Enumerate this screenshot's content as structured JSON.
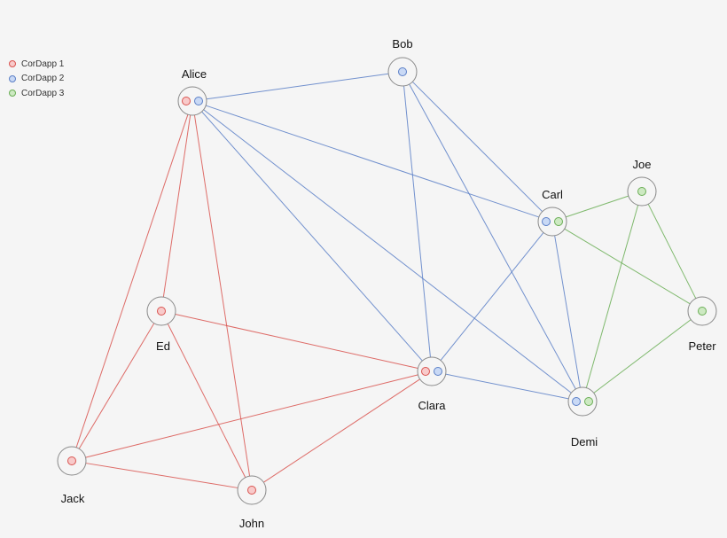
{
  "legend": [
    {
      "id": "c1",
      "label": "CorDapp 1",
      "stroke": "#d9534f",
      "fill": "#f8caca"
    },
    {
      "id": "c2",
      "label": "CorDapp 2",
      "stroke": "#5b7fc7",
      "fill": "#c9d9f5"
    },
    {
      "id": "c3",
      "label": "CorDapp 3",
      "stroke": "#6aae55",
      "fill": "#cde9c2"
    }
  ],
  "nodes": [
    {
      "id": "alice",
      "label": "Alice",
      "cordapps": [
        "c1",
        "c2"
      ]
    },
    {
      "id": "bob",
      "label": "Bob",
      "cordapps": [
        "c2"
      ]
    },
    {
      "id": "carl",
      "label": "Carl",
      "cordapps": [
        "c2",
        "c3"
      ]
    },
    {
      "id": "joe",
      "label": "Joe",
      "cordapps": [
        "c3"
      ]
    },
    {
      "id": "peter",
      "label": "Peter",
      "cordapps": [
        "c3"
      ]
    },
    {
      "id": "ed",
      "label": "Ed",
      "cordapps": [
        "c1"
      ]
    },
    {
      "id": "clara",
      "label": "Clara",
      "cordapps": [
        "c1",
        "c2"
      ]
    },
    {
      "id": "demi",
      "label": "Demi",
      "cordapps": [
        "c2",
        "c3"
      ]
    },
    {
      "id": "jack",
      "label": "Jack",
      "cordapps": [
        "c1"
      ]
    },
    {
      "id": "john",
      "label": "John",
      "cordapps": [
        "c1"
      ]
    }
  ],
  "edges": [
    {
      "from": "alice",
      "to": "ed",
      "cordapp": "c1"
    },
    {
      "from": "alice",
      "to": "jack",
      "cordapp": "c1"
    },
    {
      "from": "alice",
      "to": "john",
      "cordapp": "c1"
    },
    {
      "from": "ed",
      "to": "jack",
      "cordapp": "c1"
    },
    {
      "from": "ed",
      "to": "john",
      "cordapp": "c1"
    },
    {
      "from": "ed",
      "to": "clara",
      "cordapp": "c1"
    },
    {
      "from": "jack",
      "to": "john",
      "cordapp": "c1"
    },
    {
      "from": "jack",
      "to": "clara",
      "cordapp": "c1"
    },
    {
      "from": "john",
      "to": "clara",
      "cordapp": "c1"
    },
    {
      "from": "alice",
      "to": "bob",
      "cordapp": "c2"
    },
    {
      "from": "alice",
      "to": "carl",
      "cordapp": "c2"
    },
    {
      "from": "alice",
      "to": "clara",
      "cordapp": "c2"
    },
    {
      "from": "alice",
      "to": "demi",
      "cordapp": "c2"
    },
    {
      "from": "bob",
      "to": "carl",
      "cordapp": "c2"
    },
    {
      "from": "bob",
      "to": "clara",
      "cordapp": "c2"
    },
    {
      "from": "bob",
      "to": "demi",
      "cordapp": "c2"
    },
    {
      "from": "carl",
      "to": "clara",
      "cordapp": "c2"
    },
    {
      "from": "carl",
      "to": "demi",
      "cordapp": "c2"
    },
    {
      "from": "clara",
      "to": "demi",
      "cordapp": "c2"
    },
    {
      "from": "carl",
      "to": "joe",
      "cordapp": "c3"
    },
    {
      "from": "carl",
      "to": "peter",
      "cordapp": "c3"
    },
    {
      "from": "joe",
      "to": "peter",
      "cordapp": "c3"
    },
    {
      "from": "joe",
      "to": "demi",
      "cordapp": "c3"
    },
    {
      "from": "peter",
      "to": "demi",
      "cordapp": "c3"
    }
  ]
}
